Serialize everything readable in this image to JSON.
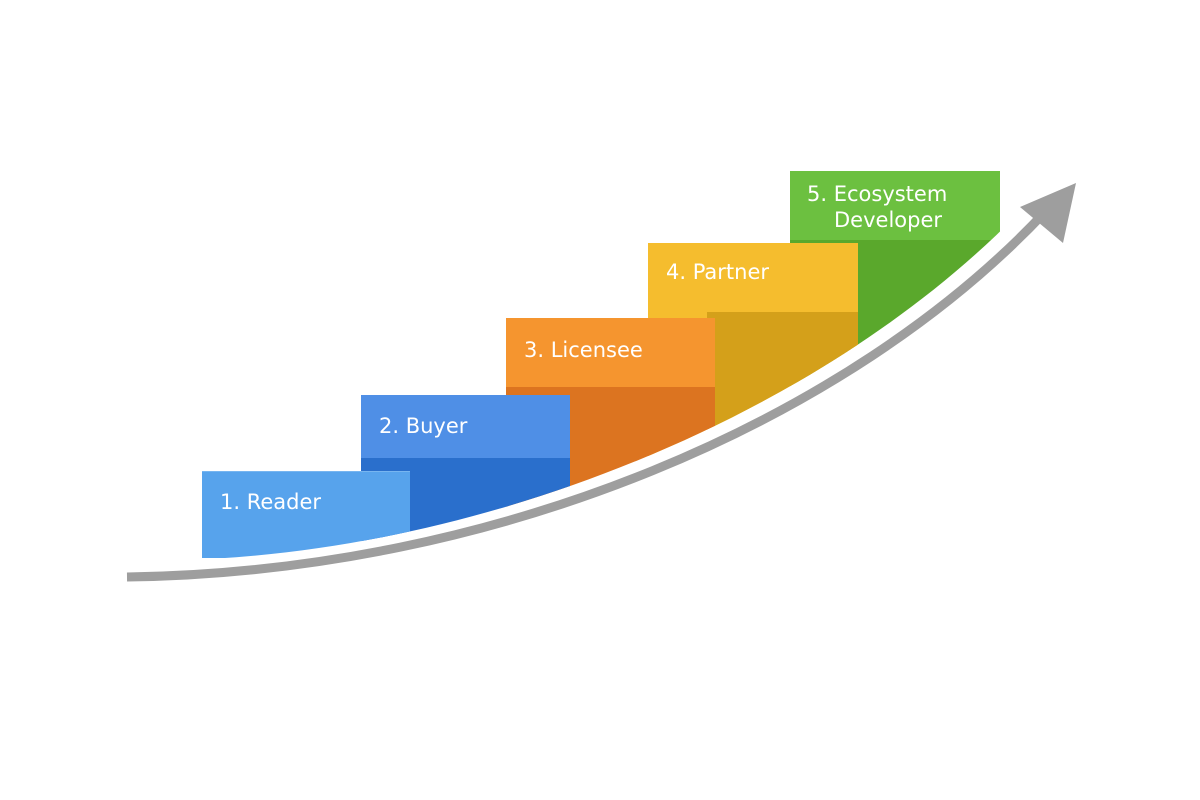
{
  "steps": [
    {
      "label": "1. Reader",
      "light": "#57a3ec",
      "dark": "#57a3ec"
    },
    {
      "label": "2. Buyer",
      "light": "#4f8fe6",
      "dark": "#2a6fcc"
    },
    {
      "label": "3. Licensee",
      "light": "#f5952f",
      "dark": "#dc7420"
    },
    {
      "label": "4. Partner",
      "light": "#f5bd2e",
      "dark": "#d4a01a"
    },
    {
      "label_line1": "5. Ecosystem",
      "label_line2": "Developer",
      "light": "#6cc040",
      "dark": "#5aa82c"
    }
  ],
  "arrow_color": "#9e9e9e"
}
